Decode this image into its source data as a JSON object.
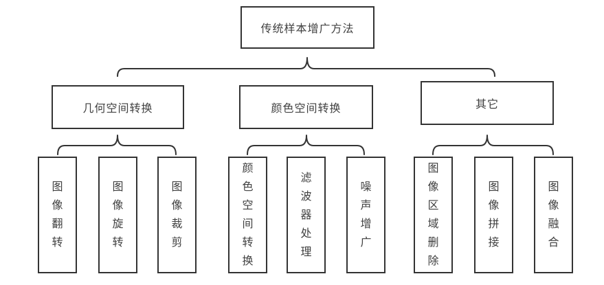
{
  "diagram": {
    "title": "传统样本增广方法",
    "root": {
      "label": "传统样本增广方法"
    },
    "branches": [
      {
        "label": "几何空间转换",
        "children": [
          {
            "label": "图像翻转"
          },
          {
            "label": "图像旋转"
          },
          {
            "label": "图像裁剪"
          }
        ]
      },
      {
        "label": "颜色空间转换",
        "children": [
          {
            "label": "颜色空间转换"
          },
          {
            "label": "滤波器处理"
          },
          {
            "label": "噪声增广"
          }
        ]
      },
      {
        "label": "其它",
        "children": [
          {
            "label": "图像区域删除"
          },
          {
            "label": "图像拼接"
          },
          {
            "label": "图像融合"
          }
        ]
      }
    ],
    "colors": {
      "background": "#ffffff",
      "node_border": "#333333",
      "text": "#404040",
      "connector": "#333333"
    }
  }
}
